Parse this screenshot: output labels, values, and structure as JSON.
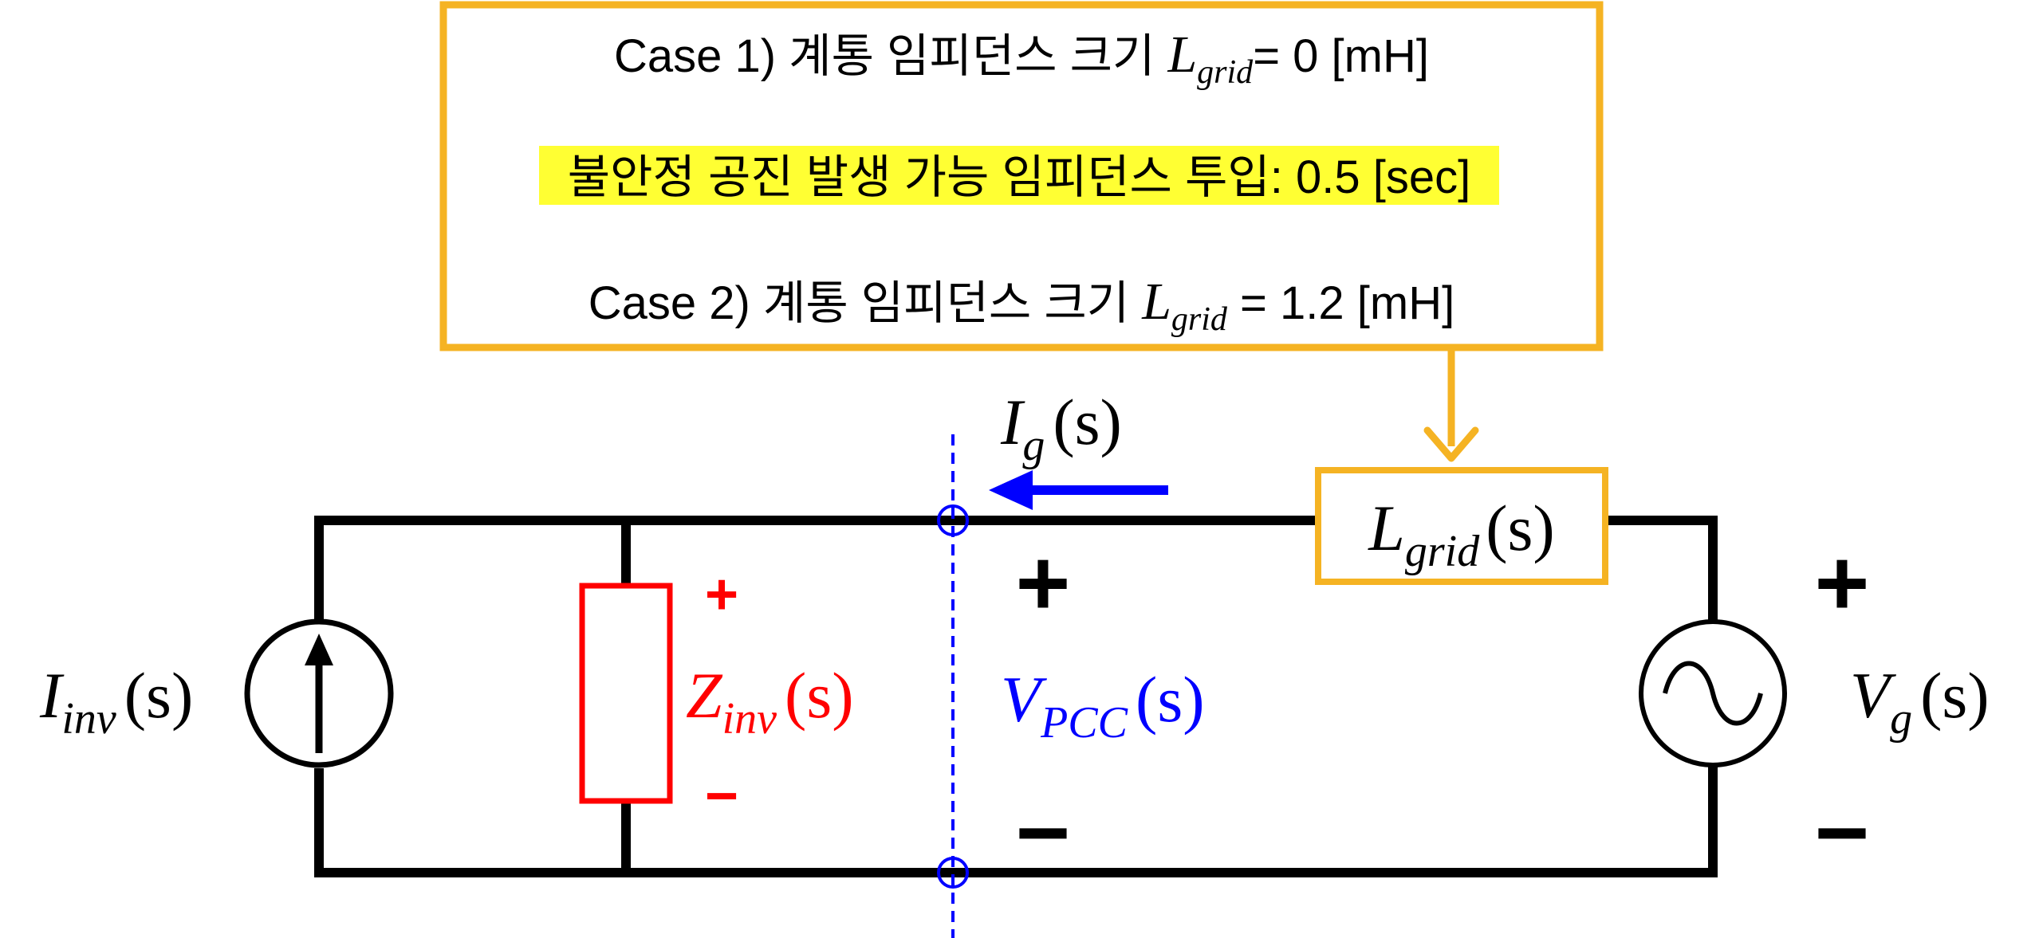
{
  "colors": {
    "wire": "#000000",
    "note_border": "#f5b323",
    "highlight": "#ffff33",
    "impedance": "#ff0000",
    "pcc": "#0000ff"
  },
  "note": {
    "case1": {
      "prefix": "Case 1) 계통 임피던스 크기 ",
      "sym": "L",
      "sub": "grid",
      "suffix": "= 0 [mH]"
    },
    "event": "불안정 공진 발생 가능 임피던스 투입: 0.5 [sec]",
    "case2": {
      "prefix": "Case 2) 계통 임피던스 크기 ",
      "sym": "L",
      "sub": "grid",
      "suffix": " = 1.2 [mH]"
    }
  },
  "labels": {
    "current_source": {
      "sym": "I",
      "sub": "inv",
      "arg": "(s)"
    },
    "impedance": {
      "sym": "Z",
      "sub": "inv",
      "arg": "(s)",
      "plus": "+",
      "minus": "−"
    },
    "pcc_voltage": {
      "sym": "V",
      "sub": "PCC",
      "arg": "(s)",
      "plus": "+",
      "minus": "−"
    },
    "grid_current": {
      "sym": "I",
      "sub": "g",
      "arg": "(s)"
    },
    "grid_inductor": {
      "sym": "L",
      "sub": "grid",
      "arg": "(s)"
    },
    "grid_voltage": {
      "sym": "V",
      "sub": "g",
      "arg": "(s)",
      "plus": "+",
      "minus": "−"
    }
  },
  "icons": {
    "current_source": "up-arrow-in-circle",
    "voltage_source": "sine-wave-in-circle"
  }
}
